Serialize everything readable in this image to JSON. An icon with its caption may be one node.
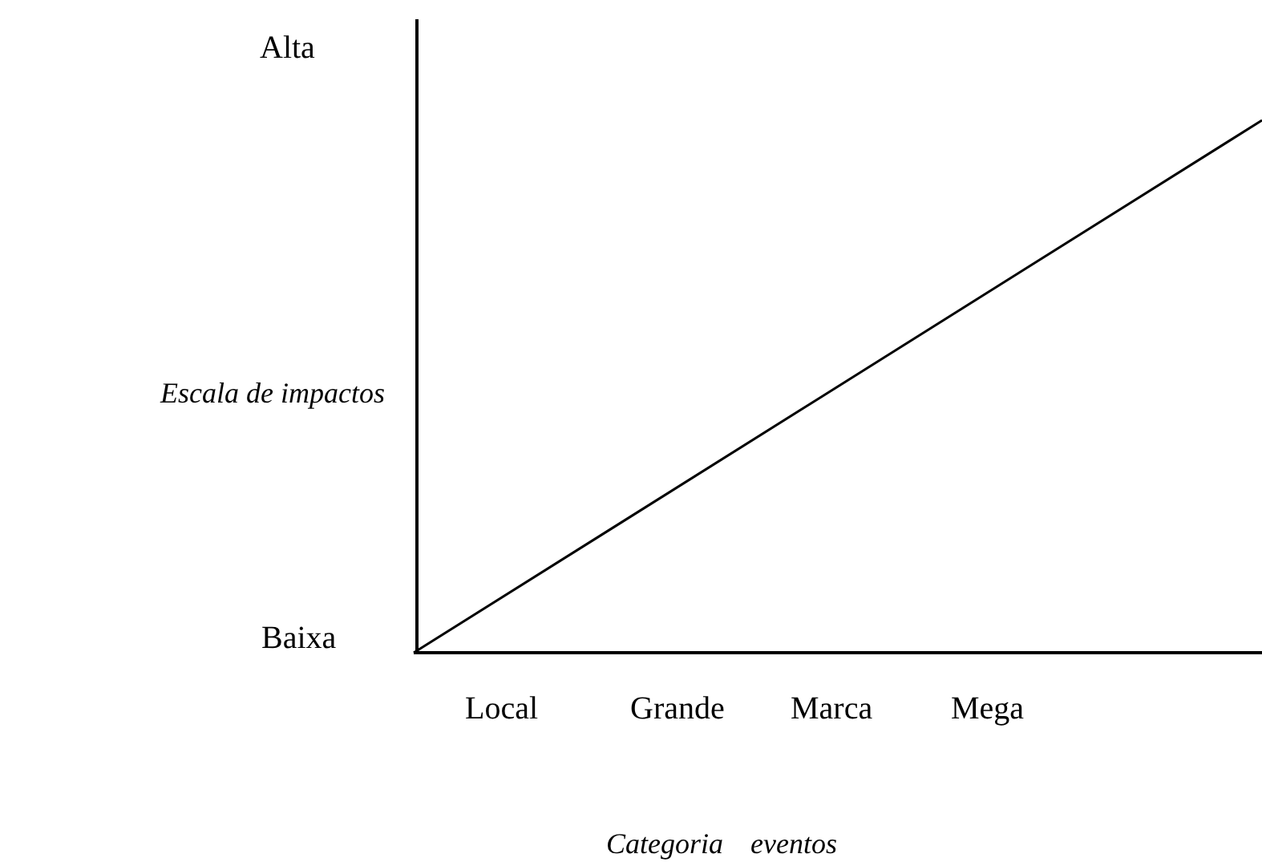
{
  "diagram": {
    "labels": [
      "Alta",
      "Escala de impactos",
      "Baixa",
      "Local",
      "Grande",
      "Marca",
      "Mega",
      "Categoria",
      "eventos"
    ]
  }
}
